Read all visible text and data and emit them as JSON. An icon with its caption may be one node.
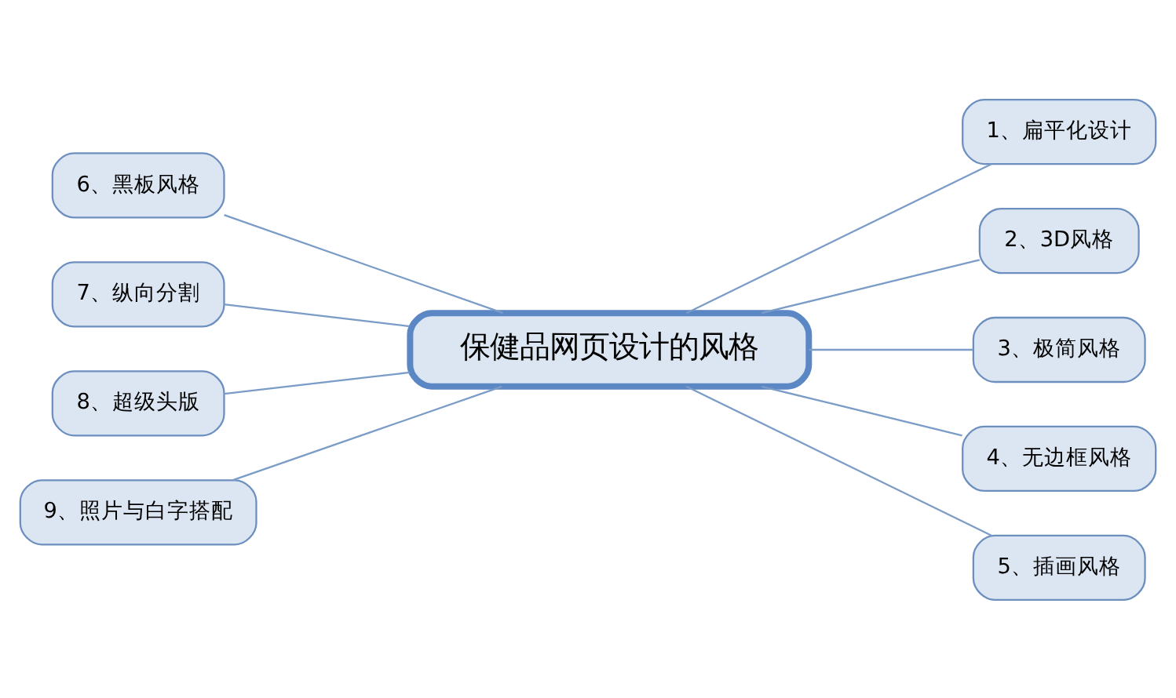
{
  "diagram": {
    "nodes": [
      {
        "text": [
          "保健品网页设计的风格"
        ]
      },
      {
        "text": [
          "1、扁平化设计"
        ]
      },
      {
        "text": [
          "2、3D风格"
        ]
      },
      {
        "text": [
          "3、极简风格"
        ]
      },
      {
        "text": [
          "4、无边框风格"
        ]
      },
      {
        "text": [
          "5、插画风格"
        ]
      },
      {
        "text": [
          "6、黑板风格"
        ]
      },
      {
        "text": [
          "7、纵向分割"
        ]
      },
      {
        "text": [
          "8、超级头版"
        ]
      },
      {
        "text": [
          "9、照片与白字搭配"
        ]
      }
    ],
    "edges": [
      {
        "from": 0,
        "to": 1,
        "arrow": "none"
      },
      {
        "from": 0,
        "to": 2,
        "arrow": "none"
      },
      {
        "from": 0,
        "to": 3,
        "arrow": "none"
      },
      {
        "from": 0,
        "to": 4,
        "arrow": "none"
      },
      {
        "from": 0,
        "to": 5,
        "arrow": "none"
      },
      {
        "from": 0,
        "to": 6,
        "arrow": "none"
      },
      {
        "from": 0,
        "to": 7,
        "arrow": "none"
      },
      {
        "from": 0,
        "to": 8,
        "arrow": "none"
      },
      {
        "from": 0,
        "to": 9,
        "arrow": "none"
      }
    ]
  }
}
